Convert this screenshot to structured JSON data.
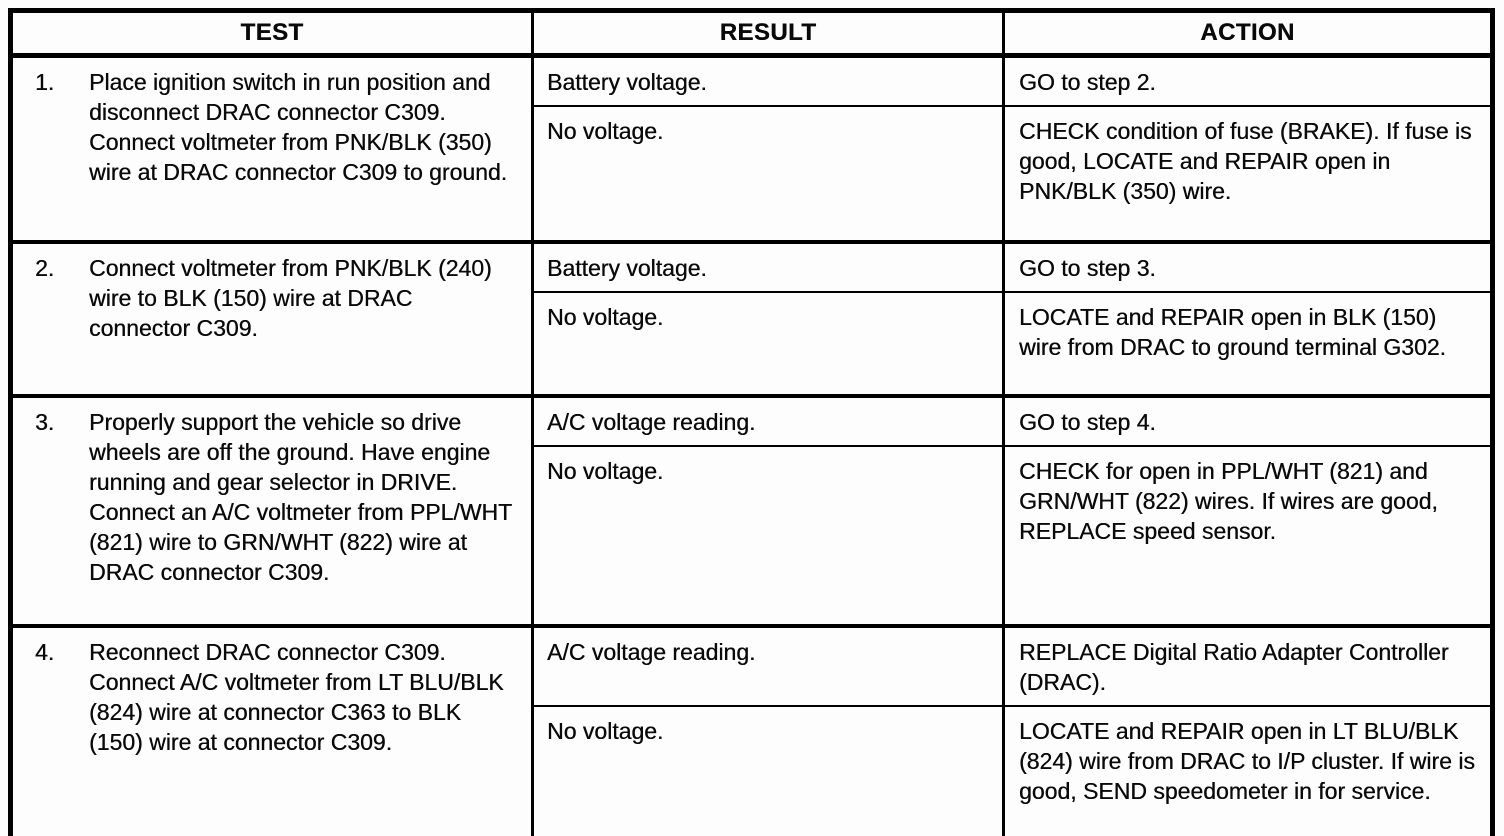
{
  "document": {
    "type": "diagnostic-table",
    "headers": {
      "test": "TEST",
      "result": "RESULT",
      "action": "ACTION"
    },
    "colors": {
      "border": "#000000",
      "text": "#0a0a0a",
      "background": "#fdfdfd"
    }
  },
  "steps": [
    {
      "num": "1.",
      "test": "Place ignition switch in run position and disconnect DRAC connector C309. Connect voltmeter from PNK/BLK (350) wire at DRAC connector C309 to ground.",
      "outcomes": [
        {
          "result": "Battery voltage.",
          "action": "GO to step 2."
        },
        {
          "result": "No voltage.",
          "action": "CHECK condition of fuse (BRAKE). If fuse is good, LOCATE and REPAIR open in PNK/BLK (350) wire."
        }
      ]
    },
    {
      "num": "2.",
      "test": "Connect voltmeter from PNK/BLK (240) wire to BLK (150) wire at DRAC connector C309.",
      "outcomes": [
        {
          "result": "Battery voltage.",
          "action": "GO to step 3."
        },
        {
          "result": "No voltage.",
          "action": "LOCATE and REPAIR open in BLK (150) wire from DRAC to ground terminal G302."
        }
      ]
    },
    {
      "num": "3.",
      "test": "Properly support the vehicle so drive wheels are off the ground. Have engine running and gear selector in DRIVE. Connect an A/C voltmeter from PPL/WHT (821) wire to GRN/WHT (822) wire at DRAC connector C309.",
      "outcomes": [
        {
          "result": "A/C voltage reading.",
          "action": "GO to step 4."
        },
        {
          "result": "No voltage.",
          "action": "CHECK for open in PPL/WHT (821) and GRN/WHT (822) wires. If wires are good, REPLACE speed sensor."
        }
      ]
    },
    {
      "num": "4.",
      "test": "Reconnect DRAC connector C309. Connect A/C voltmeter from LT BLU/BLK (824) wire at connector C363 to BLK (150) wire at connector C309.",
      "outcomes": [
        {
          "result": "A/C voltage reading.",
          "action": "REPLACE Digital Ratio Adapter Controller (DRAC)."
        },
        {
          "result": "No voltage.",
          "action": "LOCATE and REPAIR open in LT BLU/BLK (824) wire from DRAC to I/P cluster. If wire is good, SEND speedometer in for service."
        }
      ]
    }
  ]
}
